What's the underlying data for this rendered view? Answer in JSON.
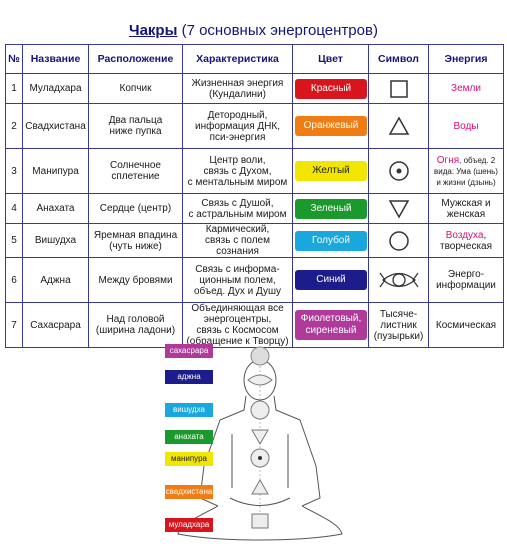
{
  "title": {
    "bold": "Чакры",
    "rest": " (7 основных энергоцентров)"
  },
  "headers": [
    "№",
    "Название",
    "Расположение",
    "Характеристика",
    "Цвет",
    "Символ",
    "Энергия"
  ],
  "rows": [
    {
      "num": "1",
      "name": "Муладхара",
      "location": "Копчик",
      "char_lines": [
        "Жизненная энергия",
        "(Кундалини)"
      ],
      "color_label": "Красный",
      "color_hex": "#d8141c",
      "symbol": "square-icon",
      "symbol_text": "",
      "energy_parts": [
        {
          "t": "Земли",
          "c": "red"
        }
      ]
    },
    {
      "num": "2",
      "name": "Свадхистана",
      "location_lines": [
        "Два пальца",
        "ниже пупка"
      ],
      "char_lines": [
        "Детородный,",
        "информация ДНК,",
        "пси-энергия"
      ],
      "color_label": "Оранжевый",
      "color_hex": "#f07c14",
      "symbol": "triangle-up-icon",
      "symbol_text": "",
      "energy_parts": [
        {
          "t": "Воды",
          "c": "red"
        }
      ]
    },
    {
      "num": "3",
      "name": "Манипура",
      "location_lines": [
        "Солнечное",
        "сплетение"
      ],
      "char_lines": [
        "Центр воли,",
        "связь с Духом,",
        "с ментальным миром"
      ],
      "color_label": "Желтый",
      "color_hex": "#f2e600",
      "symbol": "dotted-circle-icon",
      "symbol_text": "",
      "energy_parts": [
        {
          "t": "Огня",
          "c": "red"
        },
        {
          "t": ", объед. 2 вида: Ума (шень) и жизни (дзынь)",
          "c": "small"
        }
      ]
    },
    {
      "num": "4",
      "name": "Анахата",
      "location": "Сердце (центр)",
      "char_lines": [
        "Связь с Душой,",
        "с астральным миром"
      ],
      "color_label": "Зеленый",
      "color_hex": "#1a9a2c",
      "symbol": "triangle-down-icon",
      "symbol_text": "",
      "energy_parts": [
        {
          "t": "Мужская и женская",
          "c": ""
        }
      ]
    },
    {
      "num": "5",
      "name": "Вишудха",
      "location_lines": [
        "Яремная впадина",
        "(чуть ниже)"
      ],
      "char_lines": [
        "Кармический,",
        "связь с полем сознания"
      ],
      "color_label": "Голубой",
      "color_hex": "#1aa7de",
      "symbol": "circle-icon",
      "symbol_text": "",
      "energy_parts": [
        {
          "t": "Воздуха",
          "c": "red"
        },
        {
          "t": ", творческая",
          "c": ""
        }
      ]
    },
    {
      "num": "6",
      "name": "Аджна",
      "location": "Между бровями",
      "char_lines": [
        "Связь с информа-",
        "ционным полем,",
        "объед. Дух и Душу"
      ],
      "color_label": "Синий",
      "color_hex": "#1c1c8c",
      "symbol": "eye-icon",
      "symbol_text": "",
      "energy_parts": [
        {
          "t": "Энерго-информации",
          "c": ""
        }
      ]
    },
    {
      "num": "7",
      "name": "Сахасрара",
      "location_lines": [
        "Над головой",
        "(ширина ладони)"
      ],
      "char_lines": [
        "Объединяющая все",
        "энергоцентры,",
        "связь с Космосом",
        "(обращение к Творцу)"
      ],
      "color_label": "Фиолетовый, сиреневый",
      "color_hex": "#b03a9a",
      "symbol": "text",
      "symbol_text": "Тысяче-листник (пузырьки)",
      "energy_parts": [
        {
          "t": "Космическая",
          "c": ""
        }
      ]
    }
  ],
  "figure_labels": [
    {
      "text": "сахасрара",
      "hex": "#b03a9a"
    },
    {
      "text": "аджна",
      "hex": "#1c1c8c"
    },
    {
      "text": "вишудха",
      "hex": "#1aa7de"
    },
    {
      "text": "анахата",
      "hex": "#1a9a2c"
    },
    {
      "text": "манипура",
      "hex": "#f2e600"
    },
    {
      "text": "свадхистана",
      "hex": "#f07c14"
    },
    {
      "text": "муладхара",
      "hex": "#d8141c"
    }
  ]
}
